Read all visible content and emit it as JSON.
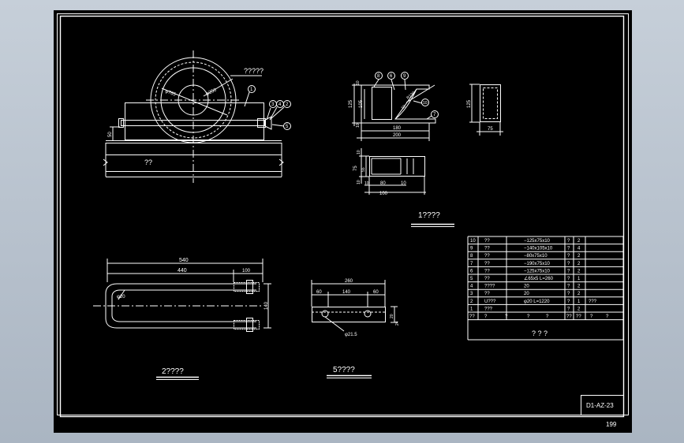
{
  "drawing": {
    "background": "#000000",
    "line_color": "#ffffff",
    "page_number": "199",
    "drawing_code": "D1-AZ-23",
    "view1": {
      "caption": "1????",
      "wheel_label": "?????",
      "base_label": "??",
      "dim_height": "50",
      "wheel_dia_outer": "φ765",
      "wheel_dia_inner": "φ250",
      "balloons": [
        "1",
        "3",
        "4",
        "2",
        "5"
      ]
    },
    "bracket_front": {
      "balloons": [
        "8",
        "6",
        "9",
        "10",
        "7"
      ],
      "dims": {
        "top": "10",
        "height": "125",
        "inner": "105",
        "bottom": "10",
        "inner_width": "180",
        "width": "200",
        "radius": "R120",
        "arc": "10"
      }
    },
    "bracket_side": {
      "height": "125",
      "width": "75"
    },
    "bracket_top": {
      "dims": {
        "t1": "10",
        "h": "75",
        "h2": "55",
        "t2": "10",
        "a": "10",
        "b": "80",
        "c": "10",
        "total": "100"
      }
    },
    "view2": {
      "caption": "2????",
      "dims": {
        "total": "540",
        "inner": "440",
        "thread": "100",
        "rod_dia": "φ20",
        "height": "140"
      }
    },
    "view5": {
      "caption": "5????",
      "dims": {
        "total": "260",
        "left": "60",
        "mid": "140",
        "right": "60",
        "hole": "φ21.5",
        "h": "20",
        "h2": "24"
      }
    },
    "bom": {
      "rows": [
        [
          "10",
          "??",
          "−125x75x10",
          "?",
          "2",
          ""
        ],
        [
          "9",
          "??",
          "−140x105x10",
          "?",
          "4",
          ""
        ],
        [
          "8",
          "??",
          "−80x75x10",
          "?",
          "2",
          ""
        ],
        [
          "7",
          "??",
          "−190x75x10",
          "?",
          "2",
          ""
        ],
        [
          "6",
          "??",
          "−125x75x10",
          "?",
          "2",
          ""
        ],
        [
          "5",
          "??",
          "∠65x5  L=260",
          "?",
          "1",
          ""
        ],
        [
          "4",
          "????",
          "20",
          "?",
          "2",
          ""
        ],
        [
          "3",
          "??",
          "20",
          "?",
          "2",
          ""
        ],
        [
          "2",
          "U???",
          "φ20  L=1220",
          "?",
          "1",
          "???"
        ],
        [
          "1",
          "???",
          "",
          "?",
          "2",
          ""
        ]
      ],
      "header": [
        "??",
        "?",
        "?",
        "?",
        "?",
        "??",
        "??",
        "?",
        "?"
      ],
      "title": "?   ?   ?"
    }
  }
}
